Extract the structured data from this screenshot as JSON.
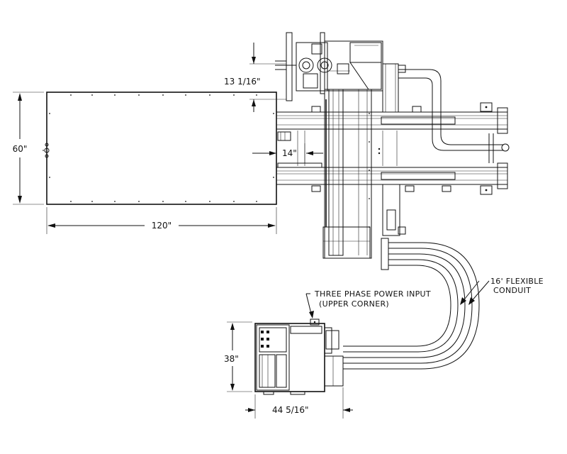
{
  "dimensions": {
    "gantry_offset": "13 1/16\"",
    "table_height": "60\"",
    "table_width": "120\"",
    "table_gap": "14\"",
    "cabinet_height": "38\"",
    "cabinet_width": "44 5/16\""
  },
  "notes": {
    "power_line1": "THREE PHASE POWER INPUT",
    "power_line2": "(UPPER CORNER)",
    "conduit_line1": "16' FLEXIBLE",
    "conduit_line2": "CONDUIT"
  }
}
